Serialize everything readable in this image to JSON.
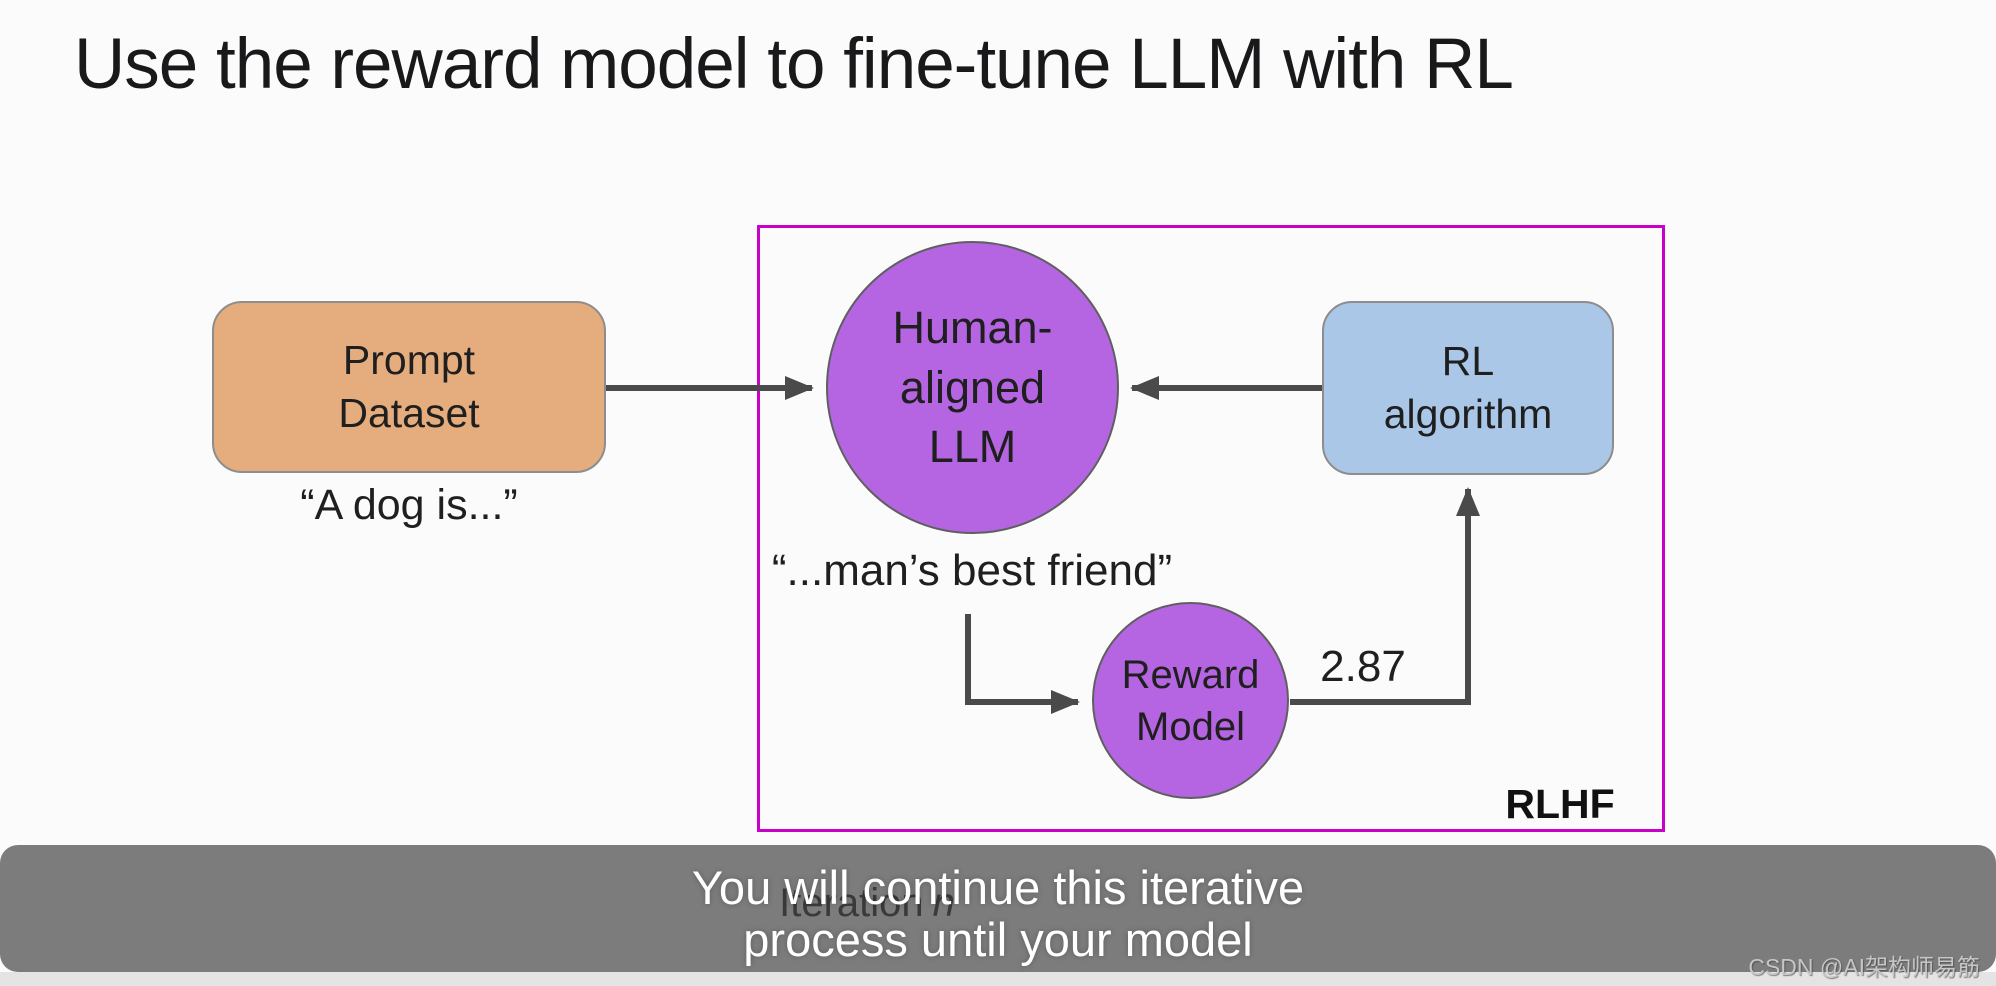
{
  "slide": {
    "title": "Use the reward model to fine-tune LLM with RL",
    "prompt_dataset": {
      "line1": "Prompt",
      "line2": "Dataset"
    },
    "prompt_example": "“A dog is...”",
    "llm": {
      "line1": "Human-",
      "line2": "aligned",
      "line3": "LLM"
    },
    "llm_output": "“...man’s best friend”",
    "rl_algorithm": {
      "line1": "RL",
      "line2": "algorithm"
    },
    "reward_model": {
      "line1": "Reward",
      "line2": "Model"
    },
    "reward_score": "2.87",
    "rlhf_label": "RLHF",
    "iteration": {
      "word": "Iteration",
      "var": "n"
    }
  },
  "captions": {
    "line1": "You will continue this iterative",
    "line2": "process until your model"
  },
  "watermark": "CSDN @AI架构师易筋",
  "colors": {
    "node_purple": "#b565e2",
    "node_tan": "#e5ad7e",
    "node_blue": "#aac7e8",
    "rlhf_border": "#c800c8",
    "arrow": "#4a4a4a",
    "caption_bar": "#7c7c7c",
    "caption_text": "#ffffff",
    "title_text": "#19191b"
  }
}
